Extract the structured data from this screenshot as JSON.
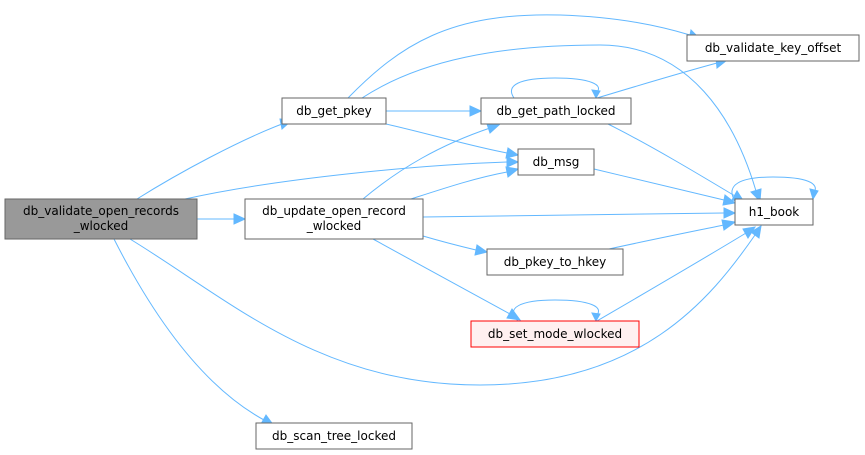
{
  "colors": {
    "edge": "#63b8ff",
    "node_fill": "#ffffff",
    "node_border": "#666666",
    "root_fill": "#999999",
    "root_border": "#666666",
    "highlight_fill": "#fff0f0",
    "highlight_border": "#ff0000"
  },
  "nodes": {
    "root": [
      "db_validate_open_records",
      "_wlocked"
    ],
    "get_pkey": [
      "db_get_pkey"
    ],
    "update_open_record": [
      "db_update_open_record",
      "_wlocked"
    ],
    "scan_tree": [
      "db_scan_tree_locked"
    ],
    "get_path": [
      "db_get_path_locked"
    ],
    "msg": [
      "db_msg"
    ],
    "pkey_to_hkey": [
      "db_pkey_to_hkey"
    ],
    "set_mode": [
      "db_set_mode_wlocked"
    ],
    "validate_key_offset": [
      "db_validate_key_offset"
    ],
    "h1_book": [
      "h1_book"
    ]
  }
}
